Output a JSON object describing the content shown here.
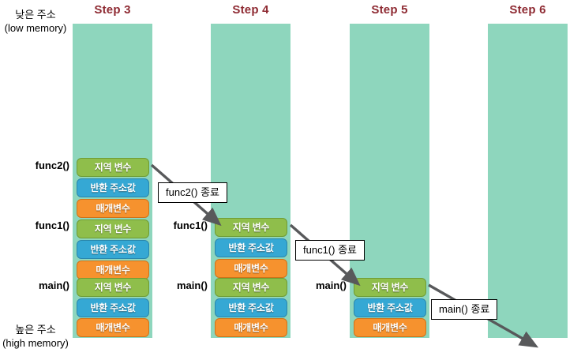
{
  "memory_labels": {
    "low": {
      "ko": "낮은 주소",
      "en": "(low memory)"
    },
    "high": {
      "ko": "높은 주소",
      "en": "(high memory)"
    }
  },
  "block_labels": {
    "local": "지역 변수",
    "return": "반환 주소값",
    "param": "매개변수"
  },
  "colors": {
    "column": "#8ed6bd",
    "local": "#8fbe4b",
    "return": "#35a8d4",
    "param": "#f6922e",
    "title": "#8e2a32",
    "arrow": "#58595b"
  },
  "steps": [
    {
      "title": "Step 3",
      "frames": [
        {
          "name": "func2()",
          "blocks": [
            "local",
            "return",
            "param"
          ]
        },
        {
          "name": "func1()",
          "blocks": [
            "local",
            "return",
            "param"
          ]
        },
        {
          "name": "main()",
          "blocks": [
            "local",
            "return",
            "param"
          ]
        }
      ]
    },
    {
      "title": "Step 4",
      "frames": [
        {
          "name": "func1()",
          "blocks": [
            "local",
            "return",
            "param"
          ]
        },
        {
          "name": "main()",
          "blocks": [
            "local",
            "return",
            "param"
          ]
        }
      ]
    },
    {
      "title": "Step 5",
      "frames": [
        {
          "name": "main()",
          "blocks": [
            "local",
            "return",
            "param"
          ]
        }
      ]
    },
    {
      "title": "Step 6",
      "frames": []
    }
  ],
  "callouts": [
    {
      "text": "func2() 종료"
    },
    {
      "text": "func1() 종료"
    },
    {
      "text": "main() 종료"
    }
  ]
}
